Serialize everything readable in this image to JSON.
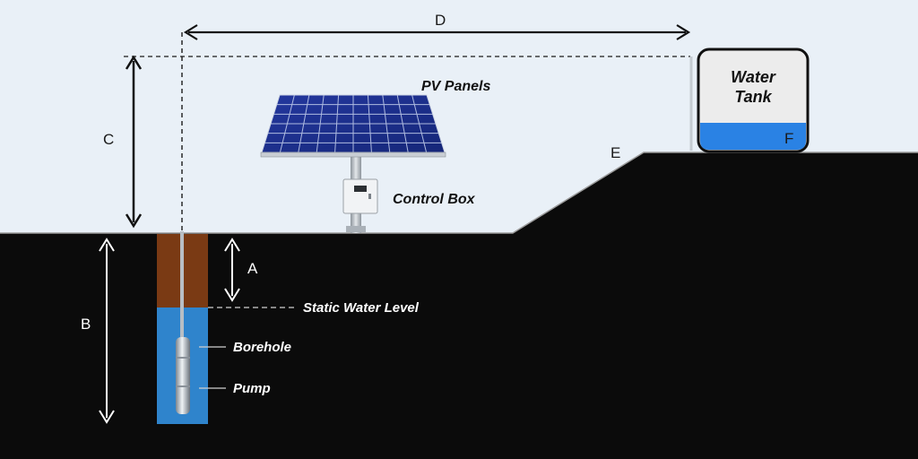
{
  "labels": {
    "pv_panels": "PV Panels",
    "control_box": "Control Box",
    "water_tank_line1": "Water",
    "water_tank_line2": "Tank",
    "static_water_level": "Static Water Level",
    "borehole": "Borehole",
    "pump": "Pump"
  },
  "dimensions": {
    "a": "A",
    "b": "B",
    "c": "C",
    "d": "D",
    "e": "E",
    "f": "F"
  },
  "colors": {
    "sky": "#e9f0f7",
    "ground": "#0b0b0b",
    "soil": "#7a3a14",
    "water": "#2f84cc",
    "tank_water": "#2a82e4",
    "panel": "#1c2f8f"
  }
}
